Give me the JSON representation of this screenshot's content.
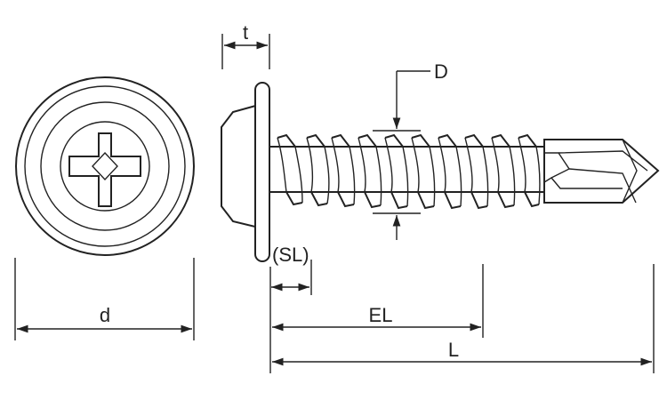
{
  "labels": {
    "t": "t",
    "D": "D",
    "SL": "(SL)",
    "d": "d",
    "EL": "EL",
    "L": "L"
  },
  "colors": {
    "line": "#222222",
    "background": "#ffffff"
  }
}
